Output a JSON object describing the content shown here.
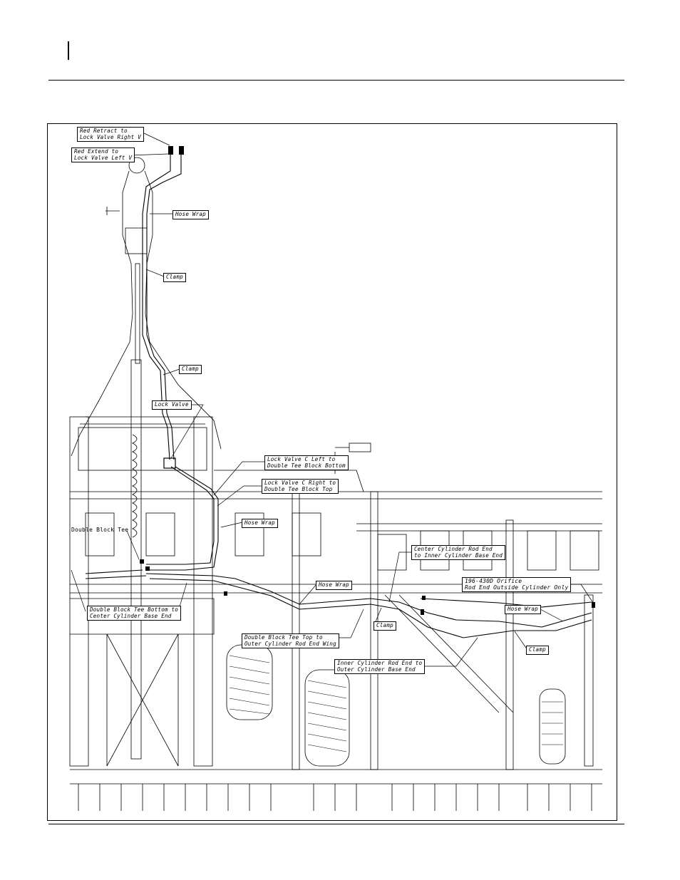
{
  "figure": {
    "callouts": [
      {
        "id": "red-retract",
        "text": "Red Retract to\nLock Valve Right V"
      },
      {
        "id": "red-extend",
        "text": "Red Extend to\nLock Valve Left V"
      },
      {
        "id": "hose-wrap-top",
        "text": "Hose Wrap"
      },
      {
        "id": "clamp-upper",
        "text": "Clamp"
      },
      {
        "id": "clamp-mid",
        "text": "Clamp"
      },
      {
        "id": "lock-valve",
        "text": "Lock Valve"
      },
      {
        "id": "lock-valve-c-left",
        "text": "Lock Valve C Left to\nDouble Tee Block Bottom"
      },
      {
        "id": "lock-valve-c-right",
        "text": "Lock Valve C Right to\nDouble Tee Block Top"
      },
      {
        "id": "hose-wrap-mid",
        "text": "Hose Wrap"
      },
      {
        "id": "double-block-tee",
        "text": "Double Block Tee"
      },
      {
        "id": "center-cyl-rod",
        "text": "Center Cylinder Rod End\nto Inner Cylinder Base End"
      },
      {
        "id": "orifice",
        "text": "196-430D Orifice\nRod End Outside Cylinder Only"
      },
      {
        "id": "hose-wrap-low",
        "text": "Hose Wrap"
      },
      {
        "id": "hose-wrap-right",
        "text": "Hose Wrap"
      },
      {
        "id": "double-block-tee-bottom",
        "text": "Double Block Tee Bottom to\nCenter Cylinder Base End"
      },
      {
        "id": "clamp-low",
        "text": "Clamp"
      },
      {
        "id": "clamp-right",
        "text": "Clamp"
      },
      {
        "id": "double-block-tee-top",
        "text": "Double Block Tee Top to\nOuter Cylinder Rod End Wing"
      },
      {
        "id": "inner-cyl-rod",
        "text": "Inner Cylinder Rod End to\nOuter Cylinder Base End"
      }
    ]
  }
}
